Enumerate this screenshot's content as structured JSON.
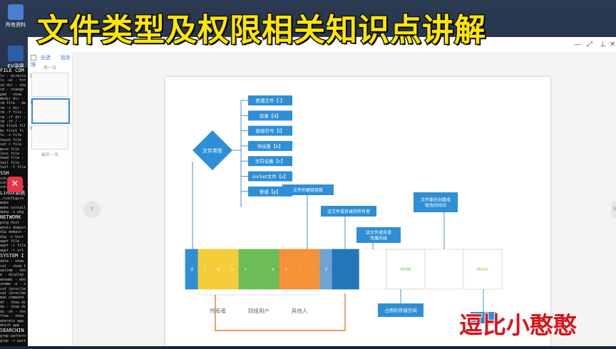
{
  "title": "文件类型及权限相关知识点讲解",
  "watermark": "逗比小憨憨",
  "desktop": {
    "icons": [
      {
        "label": "所有资料",
        "color": "#4a7fd0"
      },
      {
        "label": "EV录屏",
        "color": "#2b5fa8"
      }
    ]
  },
  "terminal": {
    "sections": [
      {
        "heading": "FILE COM",
        "lines": [
          "ls - directo",
          "ls -al - for",
          "cd dir - cha",
          "cd - change",
          "pwd - show",
          "mkdir dir -",
          "rm file - de",
          "rm -r dir -",
          "rm -f file -",
          "rm -rf dir -",
          "rm -rf / -",
          "cp file1 fil",
          "mv file1 fi",
          "ln -s file",
          "touch file",
          "cat > file",
          "more file -",
          "less file -",
          "head file -",
          "tail file -",
          "tail -f file"
        ]
      },
      {
        "heading": "SSH",
        "lines": [
          "ssh user@h",
          "ssh -p port",
          "ssh-copy-id"
        ]
      },
      {
        "heading": "Linux系统",
        "lines": [
          "./configure",
          "make",
          "make install",
          "dpkg -i pkg"
        ]
      },
      {
        "heading": "NETWORK",
        "lines": [
          "ping host -",
          "whois domain",
          "dig domain -",
          "dig -x host",
          "wget file -",
          "wget -c file",
          "wget -r url"
        ]
      },
      {
        "heading": "SYSTEM I",
        "lines": [
          "date - show",
          "cal - show t",
          "uptime - sho",
          "w - display",
          "whoami - who",
          "uname -a - s",
          "cat /proc/cp",
          "cat /proc/me",
          "man command",
          "df - show di",
          "du - show di",
          "du -sh - sho",
          "free - show",
          "whereis app",
          "which app -"
        ]
      },
      {
        "heading": "SEARCHIN",
        "lines": [
          "grep pattern",
          "grep -r patt"
        ]
      }
    ]
  },
  "app": {
    "select_all": "全选",
    "batch": "批处理",
    "first_page": "第一张",
    "last_page": "最后一张",
    "thumb_numbers": [
      "1",
      "2",
      "3"
    ]
  },
  "diagram": {
    "root": "文件类型",
    "types": [
      "普通文件【-】",
      "目录【d】",
      "链接符号【l】",
      "块设备【b】",
      "字符设备【c】",
      "socket文件【s】",
      "管道【p】"
    ],
    "callouts": {
      "link_count": "文件的硬链接数",
      "owner": "这文件或目录的所有者",
      "group": "这文件或目录所属的组",
      "mtime": "文件最后创建或修改的时间",
      "size": "占用的存储空间"
    },
    "bar_cells": [
      "d",
      "r",
      "w",
      "x",
      "r",
      "-",
      "x",
      "r",
      "-",
      "-",
      "2",
      "",
      "",
      "4096",
      "",
      "Music"
    ],
    "groups": [
      "所有者",
      "同组用户",
      "其他人"
    ]
  }
}
